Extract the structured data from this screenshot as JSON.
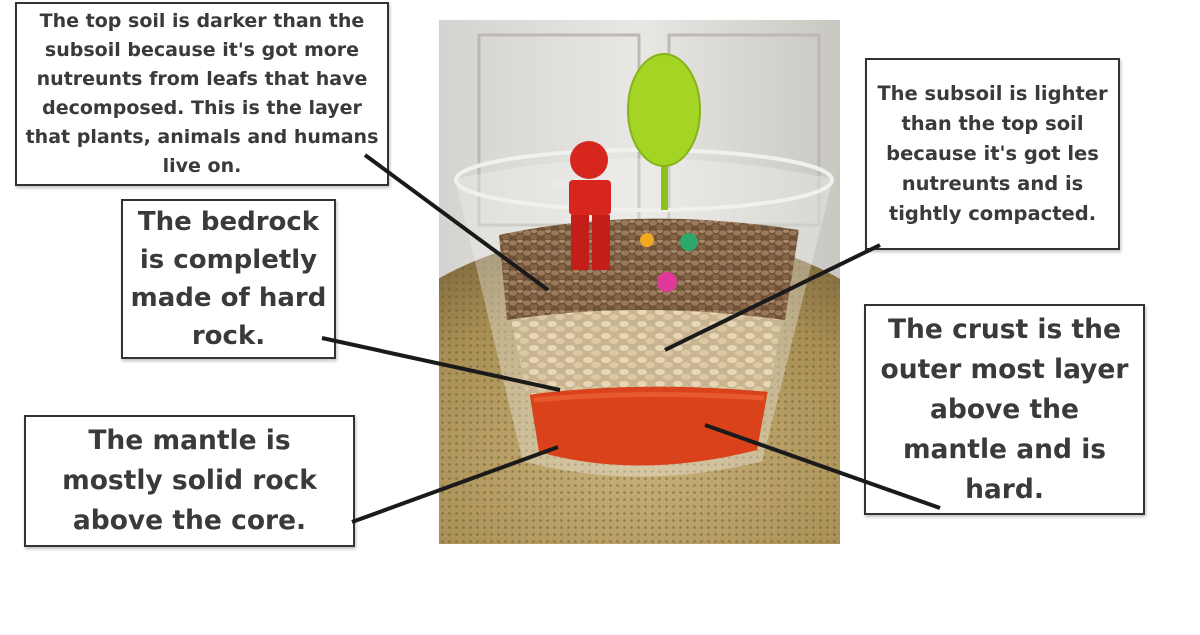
{
  "labels": {
    "topsoil": "The top soil is darker than the subsoil because it's got more nutreunts from leafs that have decomposed. This is the layer that plants, animals and humans live on.",
    "subsoil": "The subsoil is lighter than the top soil because it's got les nutreunts and is tightly compacted.",
    "bedrock": "The bedrock is completly made of hard rock.",
    "crust": "The crust is the outer most layer above the mantle and is hard.",
    "mantle": "The mantle is mostly solid rock above the core."
  },
  "colors": {
    "box_border": "#333333",
    "text": "#3a3a3a",
    "pointer_line": "#1a1a1a",
    "lentils": "#8a6a4e",
    "oats": "#d9c6a2",
    "sauce": "#d9421b",
    "lego_figure": "#d7261e",
    "lego_tree": "#a4d424",
    "tray": "#b7a064"
  },
  "icons": {
    "figure": "lego-astronaut-icon",
    "tree": "lego-tree-icon",
    "flower": "lego-flower-icon"
  }
}
